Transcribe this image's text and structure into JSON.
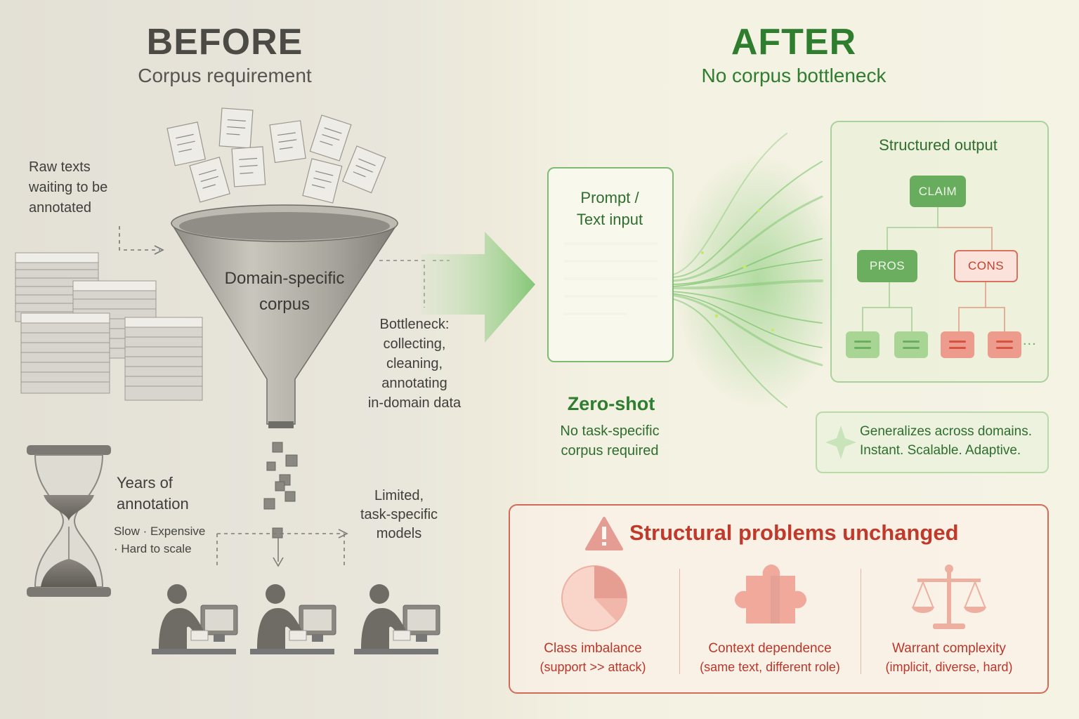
{
  "before": {
    "title": "BEFORE",
    "subtitle": "Corpus requirement",
    "raw_texts_label": "Raw texts\nwaiting to be\nannotated",
    "funnel_label": "Domain-specific\ncorpus",
    "bottleneck_label": "Bottleneck:\ncollecting,\ncleaning,\nannotating\nin-domain data",
    "limited_label": "Limited,\ntask-specific\nmodels",
    "years_label": "Years of\nannotation",
    "slow_label": "Slow · Expensive\n· Hard to scale"
  },
  "after": {
    "title": "AFTER",
    "subtitle": "No corpus bottleneck",
    "prompt_label": "Prompt /\nText input",
    "zero_shot_title": "Zero-shot",
    "zero_shot_sub": "No task-specific\ncorpus required",
    "structured_output": {
      "title": "Structured output",
      "claim": "CLAIM",
      "pros": "PROS",
      "cons": "CONS",
      "more": "..."
    },
    "generalizes_text": "Generalizes across domains.\nInstant. Scalable. Adaptive."
  },
  "problems": {
    "title": "Structural problems unchanged",
    "items": [
      {
        "name": "Class imbalance",
        "desc": "(support >> attack)",
        "icon": "pie-chart-icon"
      },
      {
        "name": "Context dependence",
        "desc": "(same text, different role)",
        "icon": "puzzle-piece-icon"
      },
      {
        "name": "Warrant complexity",
        "desc": "(implicit, diverse, hard)",
        "icon": "balance-scale-icon"
      }
    ]
  },
  "colors": {
    "before_gray": "#4b4a44",
    "after_green": "#2f7d2f",
    "problem_red": "#c03a2b",
    "pros_green": "#6cae60",
    "cons_red": "#d9513f"
  }
}
